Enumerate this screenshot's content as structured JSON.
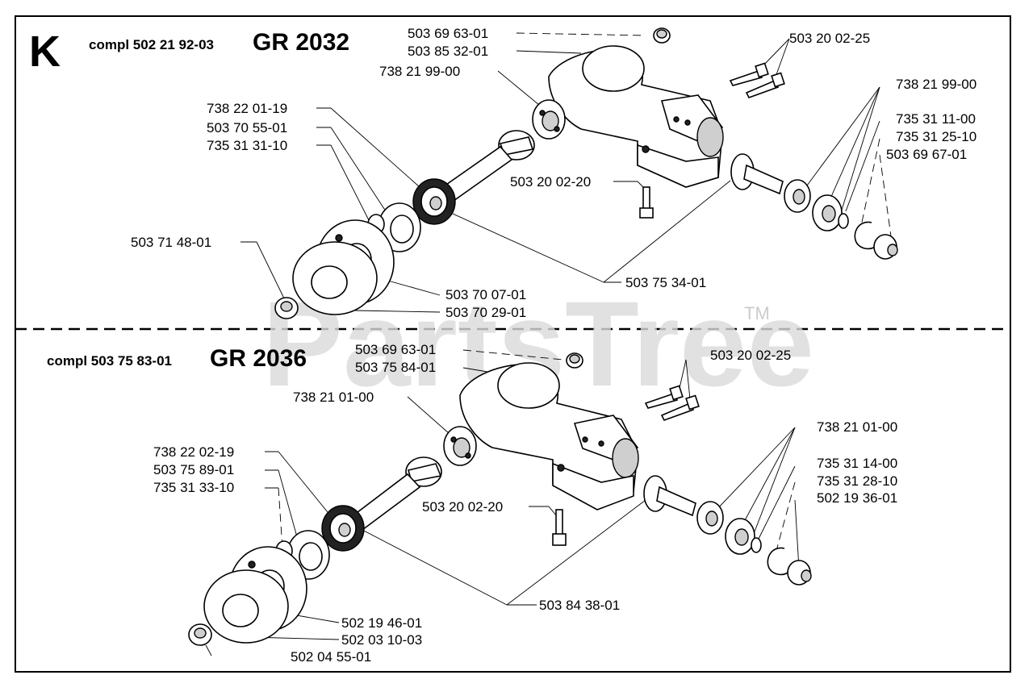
{
  "section_letter": "K",
  "watermark": "PartsTree",
  "trademark": "TM",
  "assembly_top": {
    "compl_label": "compl 502 21 92-03",
    "model": "GR 2032",
    "parts": [
      "503 69 63-01",
      "503 85 32-01",
      "738 21 99-00",
      "503 20 02-25",
      "738 21 99-00",
      "738 22 01-19",
      "735 31 11-00",
      "503 70 55-01",
      "735 31 25-10",
      "735 31 31-10",
      "503 69 67-01",
      "503 20 02-20",
      "503 71 48-01",
      "503 75 34-01",
      "503 70 07-01",
      "503 70 29-01"
    ]
  },
  "assembly_bottom": {
    "compl_label": "compl 503 75 83-01",
    "model": "GR 2036",
    "parts": [
      "503 69 63-01",
      "503 20 02-25",
      "503 75 84-01",
      "738 21 01-00",
      "738 21 01-00",
      "738 22 02-19",
      "735 31 14-00",
      "503 75 89-01",
      "735 31 28-10",
      "735 31 33-10",
      "502 19 36-01",
      "503 20 02-20",
      "503 84 38-01",
      "502 19 46-01",
      "502 03 10-03",
      "502 04 55-01"
    ]
  }
}
